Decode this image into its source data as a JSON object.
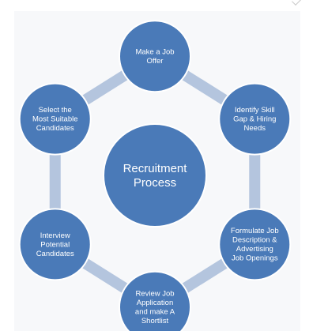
{
  "diagram": {
    "center": {
      "lines": [
        "Recruitment",
        "Process"
      ]
    },
    "nodes": [
      {
        "lines": [
          "Make a Job",
          "Offer"
        ]
      },
      {
        "lines": [
          "Identify Skill",
          "Gap & Hiring",
          "Needs"
        ]
      },
      {
        "lines": [
          "Formulate Job",
          "Description &",
          "Advertising",
          "Job Openings"
        ]
      },
      {
        "lines": [
          "Review Job",
          "Application",
          "and make A",
          "Shortlist"
        ]
      },
      {
        "lines": [
          "Interview",
          "Potential",
          "Candidates"
        ]
      },
      {
        "lines": [
          "Select the",
          "Most Suitable",
          "Candidates"
        ]
      }
    ]
  },
  "colors": {
    "node_fill": "#4a7ab8",
    "node_stroke": "#ffffff",
    "ring": "#b4c5de",
    "panel": "#f7f8fa"
  }
}
